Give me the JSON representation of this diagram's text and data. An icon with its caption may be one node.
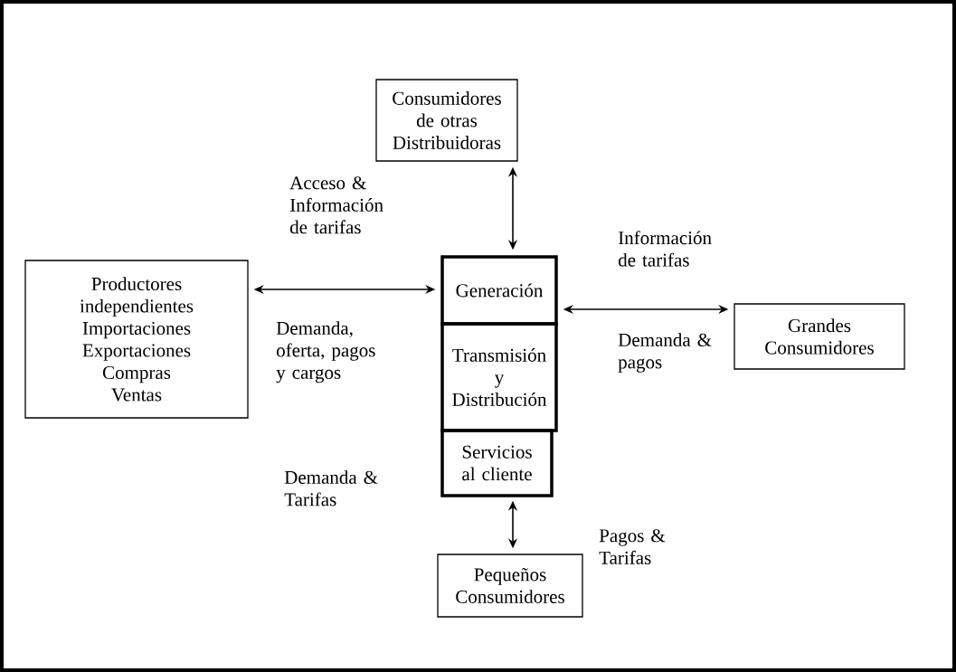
{
  "diagram": {
    "nodes": [
      {
        "text": [
          "Consumidores de otras Distribuidoras"
        ]
      },
      {
        "text": [
          "Productores",
          "independientes",
          "Importaciones",
          "Exportaciones",
          "Compras",
          "Ventas"
        ]
      },
      {
        "text": [
          "Generación"
        ]
      },
      {
        "text": [
          "Transmisión y Distribución"
        ]
      },
      {
        "text": [
          "Servicios al cliente"
        ]
      },
      {
        "text": [
          "Grandes Consumidores"
        ]
      },
      {
        "text": [
          "Pequeños Consumidores"
        ]
      }
    ],
    "edges": [
      {
        "from": 0,
        "to": 2,
        "arrow": "both"
      },
      {
        "from": 1,
        "to": 2,
        "arrow": "both",
        "label": "Acceso & Información de tarifas"
      },
      {
        "from": 2,
        "to": 5,
        "arrow": "both",
        "label": "Información de tarifas"
      },
      {
        "from": 4,
        "to": 6,
        "arrow": "both",
        "label": "Pagos & Tarifas"
      }
    ],
    "labels": [
      "Demanda, oferta, pagos y cargos",
      "Demanda & pagos",
      "Demanda & Tarifas"
    ]
  }
}
